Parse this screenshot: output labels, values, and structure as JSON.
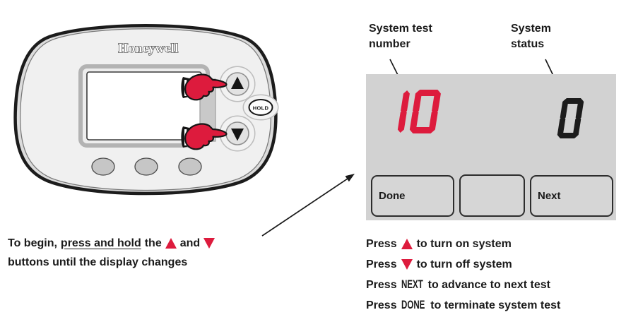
{
  "colors": {
    "accent_red": "#dd1b3d",
    "ink": "#1a1a1a"
  },
  "thermostat": {
    "brand": "Honeywell",
    "hold_label": "HOLD"
  },
  "callouts": {
    "test_number": {
      "line1": "System test",
      "line2": "number"
    },
    "status": {
      "line1": "System",
      "line2": "status"
    }
  },
  "display": {
    "background_color": "#d2d2d2",
    "test_number": "10",
    "test_number_color": "#dd1b3d",
    "status_value": "0",
    "status_color": "#1c1c1c",
    "buttons": {
      "done": "Done",
      "middle": "",
      "next": "Next"
    }
  },
  "caption": {
    "before": "To begin,",
    "underlined": "press and hold",
    "after_underline": "the",
    "between_icons": "and",
    "line2": "buttons until the display changes"
  },
  "instructions": {
    "line1": {
      "before": "Press",
      "after": "to turn on system"
    },
    "line2": {
      "before": "Press",
      "after": "to turn off system"
    },
    "line3": {
      "before": "Press",
      "key": "NEXT",
      "after": "to advance to next test"
    },
    "line4": {
      "before": "Press",
      "key": "DONE",
      "after": "to terminate system test"
    }
  }
}
